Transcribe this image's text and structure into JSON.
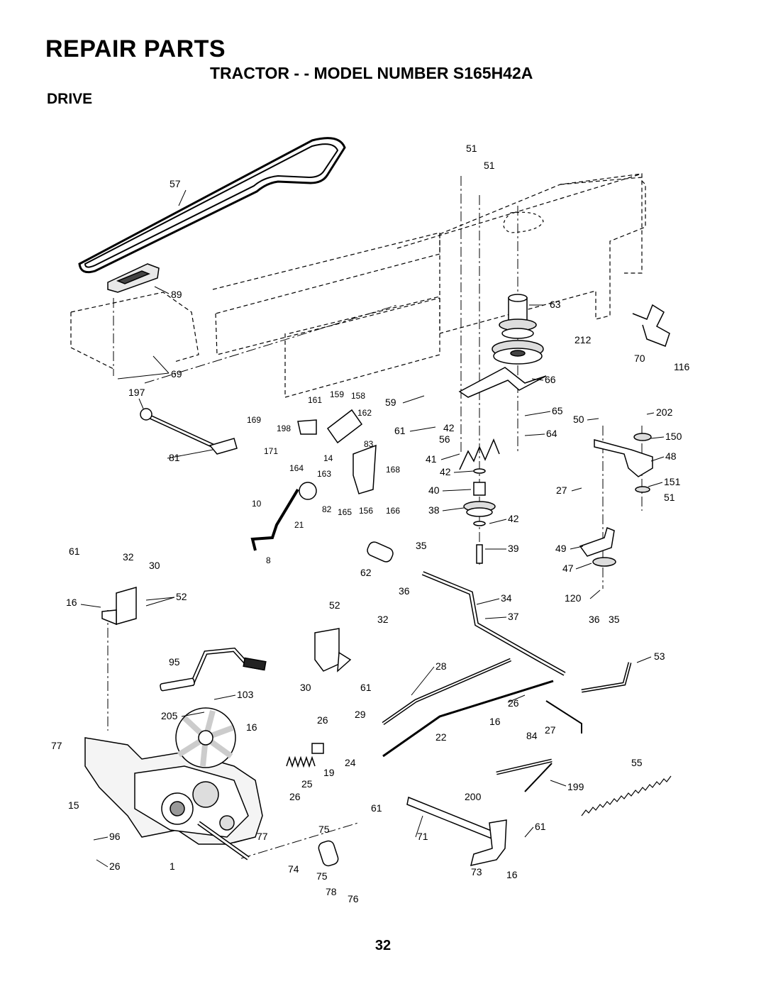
{
  "header": {
    "title": "REPAIR PARTS",
    "subtitle": "TRACTOR - - MODEL NUMBER S165H42A",
    "section": "DRIVE"
  },
  "page_number": "32",
  "callouts": [
    {
      "id": "c57",
      "text": "57"
    },
    {
      "id": "c89",
      "text": "89"
    },
    {
      "id": "c69",
      "text": "69"
    },
    {
      "id": "c197",
      "text": "197"
    },
    {
      "id": "c161",
      "text": "161"
    },
    {
      "id": "c159",
      "text": "159"
    },
    {
      "id": "c158",
      "text": "158"
    },
    {
      "id": "c162",
      "text": "162"
    },
    {
      "id": "c169",
      "text": "169"
    },
    {
      "id": "c198",
      "text": "198"
    },
    {
      "id": "c171",
      "text": "171"
    },
    {
      "id": "c81",
      "text": "81"
    },
    {
      "id": "c14",
      "text": "14"
    },
    {
      "id": "c83",
      "text": "83"
    },
    {
      "id": "c164",
      "text": "164"
    },
    {
      "id": "c163",
      "text": "163"
    },
    {
      "id": "c168",
      "text": "168"
    },
    {
      "id": "c10",
      "text": "10"
    },
    {
      "id": "c21",
      "text": "21"
    },
    {
      "id": "c82",
      "text": "82"
    },
    {
      "id": "c165",
      "text": "165"
    },
    {
      "id": "c156",
      "text": "156"
    },
    {
      "id": "c166",
      "text": "166"
    },
    {
      "id": "c8",
      "text": "8"
    },
    {
      "id": "c51a",
      "text": "51"
    },
    {
      "id": "c51b",
      "text": "51"
    },
    {
      "id": "c63",
      "text": "63"
    },
    {
      "id": "c212",
      "text": "212"
    },
    {
      "id": "c70",
      "text": "70"
    },
    {
      "id": "c116",
      "text": "116"
    },
    {
      "id": "c66",
      "text": "66"
    },
    {
      "id": "c59",
      "text": "59"
    },
    {
      "id": "c65",
      "text": "65"
    },
    {
      "id": "c61a",
      "text": "61"
    },
    {
      "id": "c42a",
      "text": "42"
    },
    {
      "id": "c56",
      "text": "56"
    },
    {
      "id": "c64",
      "text": "64"
    },
    {
      "id": "c41",
      "text": "41"
    },
    {
      "id": "c42b",
      "text": "42"
    },
    {
      "id": "c40",
      "text": "40"
    },
    {
      "id": "c38",
      "text": "38"
    },
    {
      "id": "c42c",
      "text": "42"
    },
    {
      "id": "c39",
      "text": "39"
    },
    {
      "id": "c50",
      "text": "50"
    },
    {
      "id": "c202",
      "text": "202"
    },
    {
      "id": "c150",
      "text": "150"
    },
    {
      "id": "c48",
      "text": "48"
    },
    {
      "id": "c27a",
      "text": "27"
    },
    {
      "id": "c151",
      "text": "151"
    },
    {
      "id": "c51c",
      "text": "51"
    },
    {
      "id": "c49",
      "text": "49"
    },
    {
      "id": "c47",
      "text": "47"
    },
    {
      "id": "c120",
      "text": "120"
    },
    {
      "id": "c61b",
      "text": "61"
    },
    {
      "id": "c32a",
      "text": "32"
    },
    {
      "id": "c30a",
      "text": "30"
    },
    {
      "id": "c16a",
      "text": "16"
    },
    {
      "id": "c52a",
      "text": "52"
    },
    {
      "id": "c35a",
      "text": "35"
    },
    {
      "id": "c62",
      "text": "62"
    },
    {
      "id": "c36a",
      "text": "36"
    },
    {
      "id": "c34",
      "text": "34"
    },
    {
      "id": "c37",
      "text": "37"
    },
    {
      "id": "c36b",
      "text": "36"
    },
    {
      "id": "c35b",
      "text": "35"
    },
    {
      "id": "c52b",
      "text": "52"
    },
    {
      "id": "c32b",
      "text": "32"
    },
    {
      "id": "c53",
      "text": "53"
    },
    {
      "id": "c95",
      "text": "95"
    },
    {
      "id": "c30b",
      "text": "30"
    },
    {
      "id": "c61c",
      "text": "61"
    },
    {
      "id": "c28",
      "text": "28"
    },
    {
      "id": "c26a",
      "text": "26"
    },
    {
      "id": "c103",
      "text": "103"
    },
    {
      "id": "c205",
      "text": "205"
    },
    {
      "id": "c29",
      "text": "29"
    },
    {
      "id": "c26b",
      "text": "26"
    },
    {
      "id": "c16b",
      "text": "16"
    },
    {
      "id": "c22",
      "text": "22"
    },
    {
      "id": "c16c",
      "text": "16"
    },
    {
      "id": "c84",
      "text": "84"
    },
    {
      "id": "c27b",
      "text": "27"
    },
    {
      "id": "c77a",
      "text": "77"
    },
    {
      "id": "c19",
      "text": "19"
    },
    {
      "id": "c24",
      "text": "24"
    },
    {
      "id": "c55",
      "text": "55"
    },
    {
      "id": "c25",
      "text": "25"
    },
    {
      "id": "c26c",
      "text": "26"
    },
    {
      "id": "c199",
      "text": "199"
    },
    {
      "id": "c15",
      "text": "15"
    },
    {
      "id": "c200",
      "text": "200"
    },
    {
      "id": "c61d",
      "text": "61"
    },
    {
      "id": "c96",
      "text": "96"
    },
    {
      "id": "c77b",
      "text": "77"
    },
    {
      "id": "c75a",
      "text": "75"
    },
    {
      "id": "c71",
      "text": "71"
    },
    {
      "id": "c61e",
      "text": "61"
    },
    {
      "id": "c26d",
      "text": "26"
    },
    {
      "id": "c1",
      "text": "1"
    },
    {
      "id": "c74",
      "text": "74"
    },
    {
      "id": "c75b",
      "text": "75"
    },
    {
      "id": "c73",
      "text": "73"
    },
    {
      "id": "c16d",
      "text": "16"
    },
    {
      "id": "c78",
      "text": "78"
    },
    {
      "id": "c76",
      "text": "76"
    }
  ]
}
